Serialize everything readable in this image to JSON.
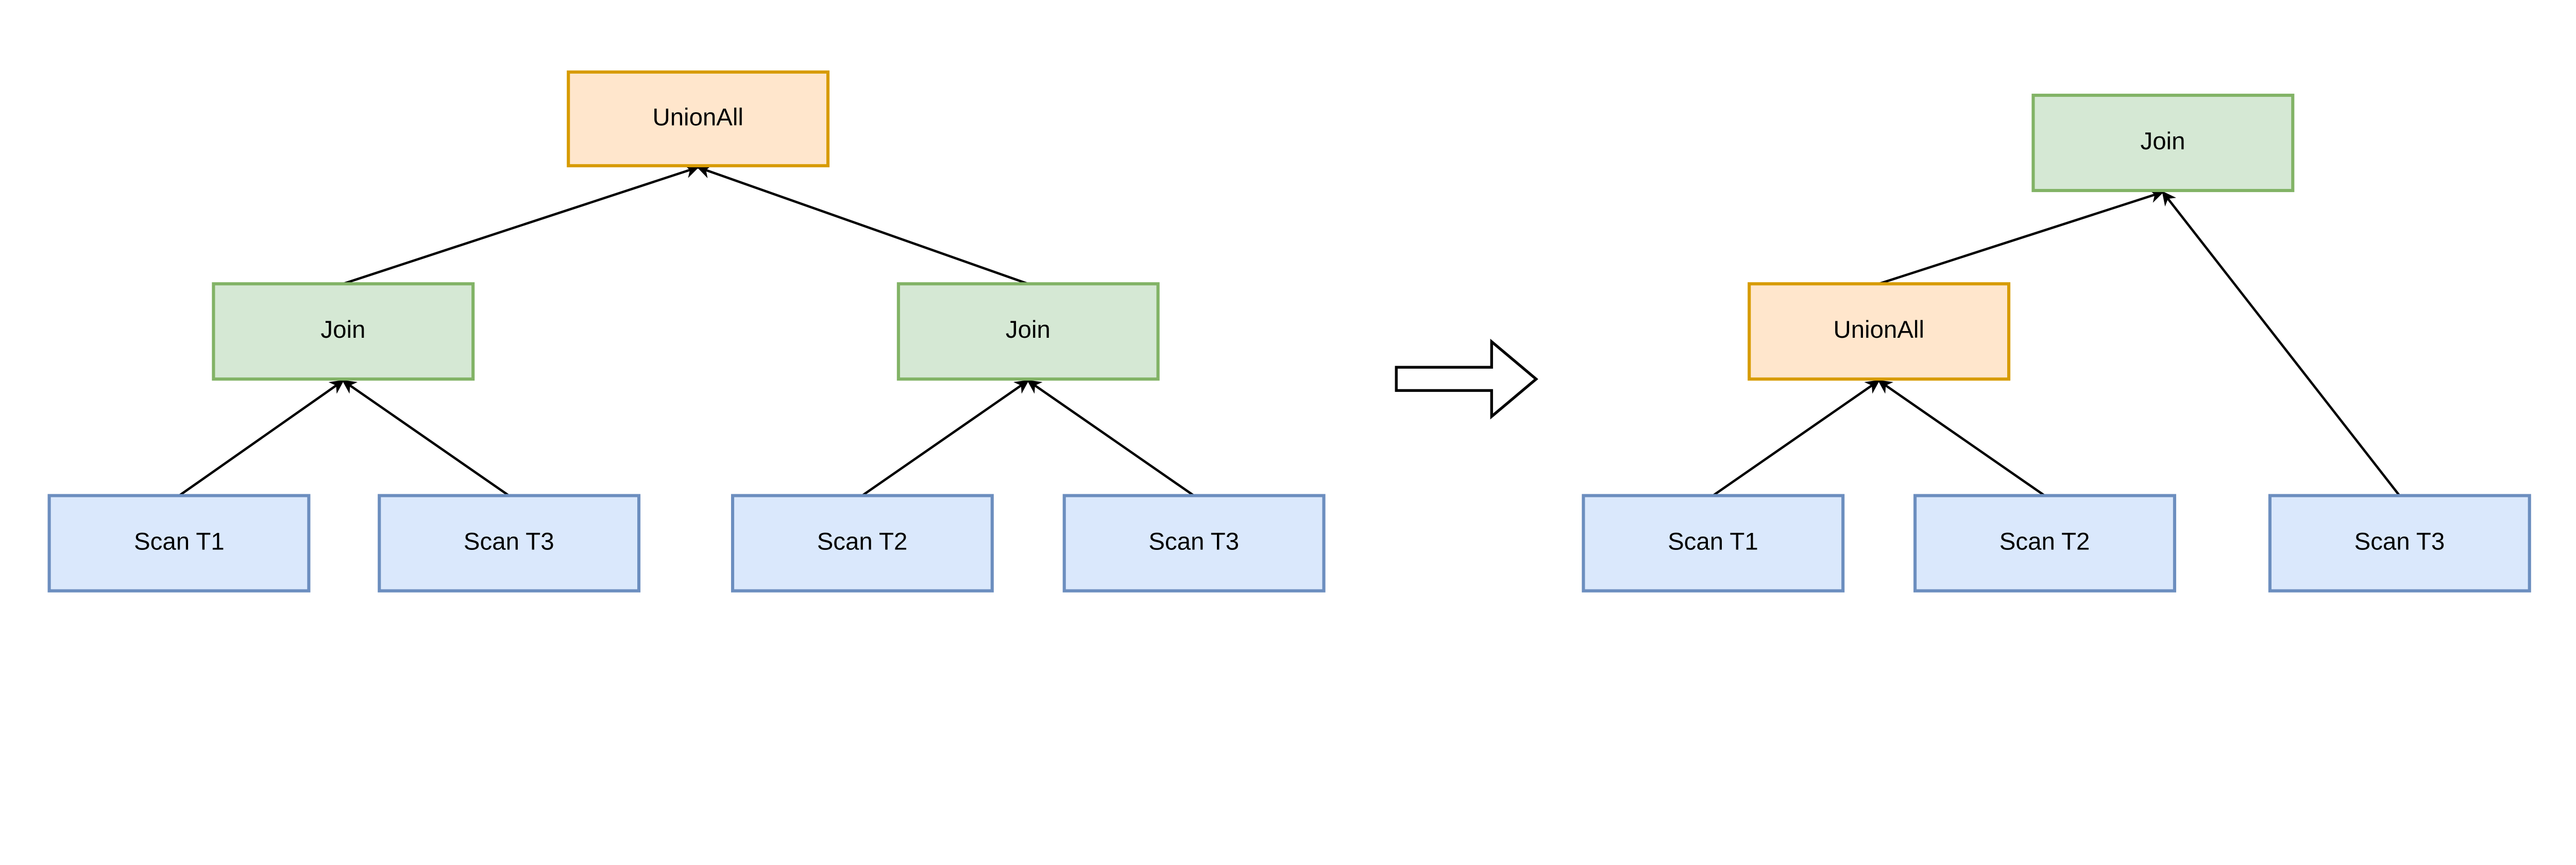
{
  "colors": {
    "union_fill": "#ffe6cc",
    "union_stroke": "#d79b00",
    "join_fill": "#d5e8d4",
    "join_stroke": "#82b366",
    "scan_fill": "#dae8fc",
    "scan_stroke": "#6c8ebf"
  },
  "before": {
    "root": "UnionAll",
    "join_left": "Join",
    "join_right": "Join",
    "scan_1": "Scan T1",
    "scan_2": "Scan T3",
    "scan_3": "Scan T2",
    "scan_4": "Scan T3"
  },
  "transform_arrow": "right-arrow-icon",
  "after": {
    "root": "Join",
    "union": "UnionAll",
    "scan_1": "Scan T1",
    "scan_2": "Scan T2",
    "scan_3": "Scan T3"
  }
}
